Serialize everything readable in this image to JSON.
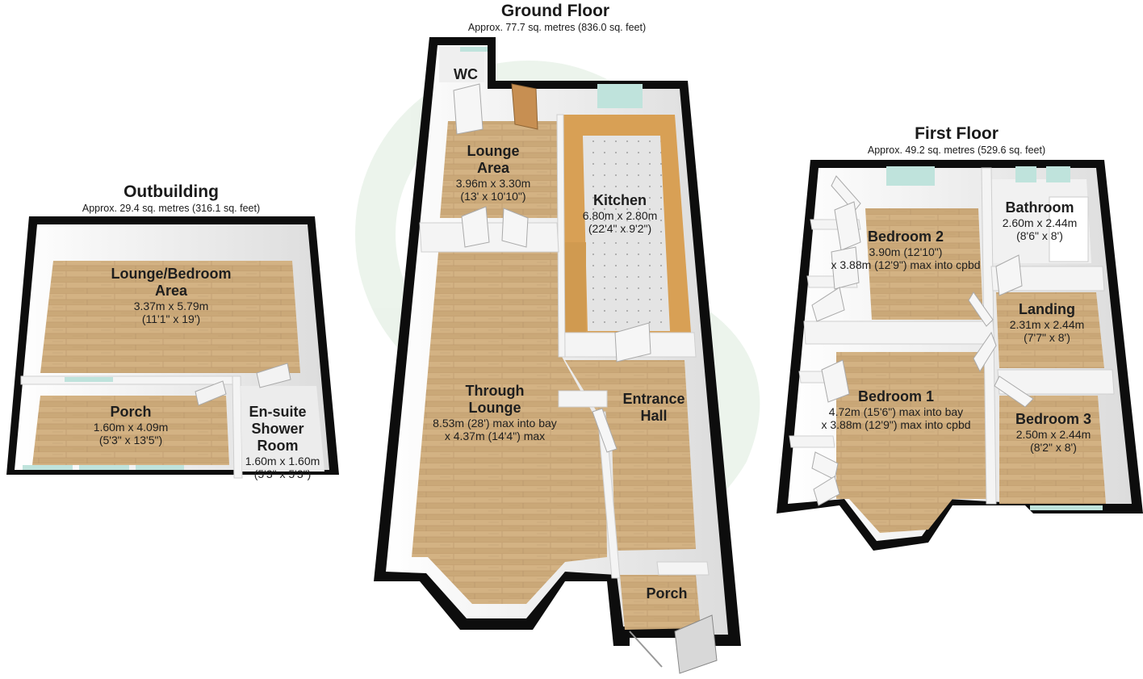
{
  "floors": {
    "outbuilding": {
      "title": "Outbuilding",
      "area": "Approx. 29.4 sq. metres (316.1 sq. feet)",
      "rooms": {
        "lounge_bedroom": {
          "name_line1": "Lounge/Bedroom",
          "name_line2": "Area",
          "dim_metric": "3.37m x 5.79m",
          "dim_imperial": "(11'1\" x 19')"
        },
        "porch": {
          "name": "Porch",
          "dim_metric": "1.60m x 4.09m",
          "dim_imperial": "(5'3\" x 13'5\")"
        },
        "ensuite": {
          "name_line1": "En-suite",
          "name_line2": "Shower",
          "name_line3": "Room",
          "dim_metric": "1.60m x 1.60m",
          "dim_imperial": "(5'3\" x 5'3\")"
        }
      }
    },
    "ground": {
      "title": "Ground Floor",
      "area": "Approx. 77.7 sq. metres (836.0 sq. feet)",
      "rooms": {
        "wc": {
          "name": "WC"
        },
        "lounge_area": {
          "name_line1": "Lounge",
          "name_line2": "Area",
          "dim_metric": "3.96m x 3.30m",
          "dim_imperial": "(13' x 10'10\")"
        },
        "kitchen": {
          "name": "Kitchen",
          "dim_metric": "6.80m x 2.80m",
          "dim_imperial": "(22'4\" x 9'2\")"
        },
        "through_lounge": {
          "name_line1": "Through",
          "name_line2": "Lounge",
          "dim_line1": "8.53m (28') max into bay",
          "dim_line2": "x 4.37m (14'4\") max"
        },
        "entrance_hall": {
          "name_line1": "Entrance",
          "name_line2": "Hall"
        },
        "porch": {
          "name": "Porch"
        }
      }
    },
    "first": {
      "title": "First Floor",
      "area": "Approx. 49.2 sq. metres (529.6 sq. feet)",
      "rooms": {
        "bedroom2": {
          "name": "Bedroom 2",
          "dim_line1": "3.90m (12'10\")",
          "dim_line2": "x 3.88m (12'9\") max into cpbd"
        },
        "bathroom": {
          "name": "Bathroom",
          "dim_metric": "2.60m x 2.44m",
          "dim_imperial": "(8'6\" x 8')"
        },
        "landing": {
          "name": "Landing",
          "dim_metric": "2.31m x 2.44m",
          "dim_imperial": "(7'7\" x 8')"
        },
        "bedroom1": {
          "name": "Bedroom 1",
          "dim_line1": "4.72m (15'6\") max into bay",
          "dim_line2": "x 3.88m (12'9\") max into cpbd"
        },
        "bedroom3": {
          "name": "Bedroom 3",
          "dim_metric": "2.50m x 2.44m",
          "dim_imperial": "(8'2\" x 8')"
        }
      }
    }
  },
  "colors": {
    "wood_floor": "#c9a878",
    "wood_floor_light": "#d8bb8f",
    "wall_outer": "#0d0d0d",
    "wall_inner": "#f4f4f4",
    "tile_floor": "#dedede",
    "counter": "#d8a055",
    "window_glass": "#bfe3dc",
    "watermark": "#e3efe3"
  }
}
